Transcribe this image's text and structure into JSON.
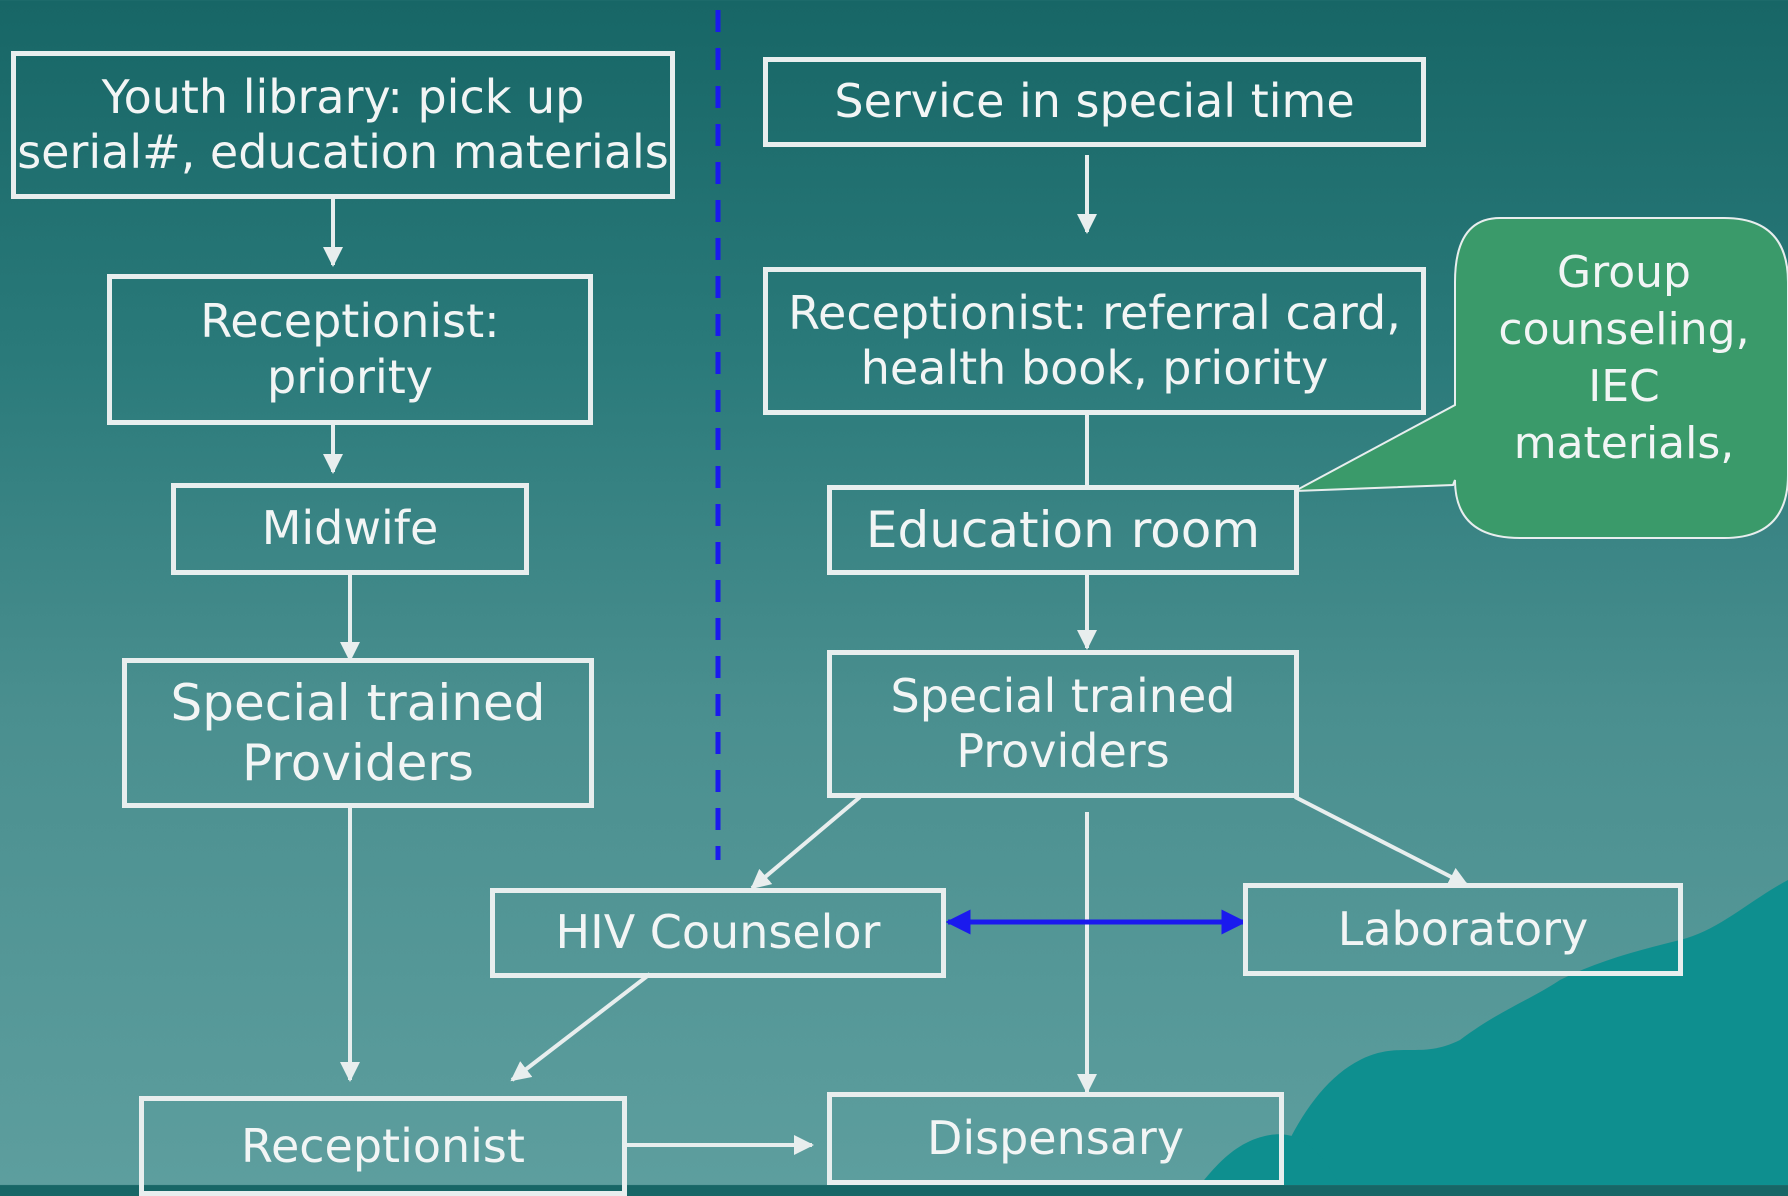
{
  "left_flow": {
    "youth_library": {
      "line1": "Youth library: pick up",
      "line2": "serial#, education materials"
    },
    "receptionist_priority": {
      "line1": "Receptionist:",
      "line2": "priority"
    },
    "midwife": "Midwife",
    "special_trained_providers": {
      "line1": "Special trained",
      "line2": "Providers"
    },
    "receptionist": "Receptionist"
  },
  "right_flow": {
    "service_special_time": "Service in special time",
    "receptionist_referral": {
      "line1": "Receptionist: referral card,",
      "line2": "health book, priority"
    },
    "education_room": "Education room",
    "special_trained_providers": {
      "line1": "Special trained",
      "line2": "Providers"
    },
    "hiv_counselor": "HIV Counselor",
    "laboratory": "Laboratory",
    "dispensary": "Dispensary"
  },
  "callout": {
    "line1": "Group",
    "line2": "counseling,",
    "line3": "IEC",
    "line4": "materials,"
  },
  "colors": {
    "box_border": "#e8eeee",
    "arrow": "#e8eeee",
    "divider": "#1a1aee",
    "double_arrow": "#1a1aee",
    "callout_fill": "#3a9a6a",
    "decor_fill": "#0e8f8f"
  }
}
